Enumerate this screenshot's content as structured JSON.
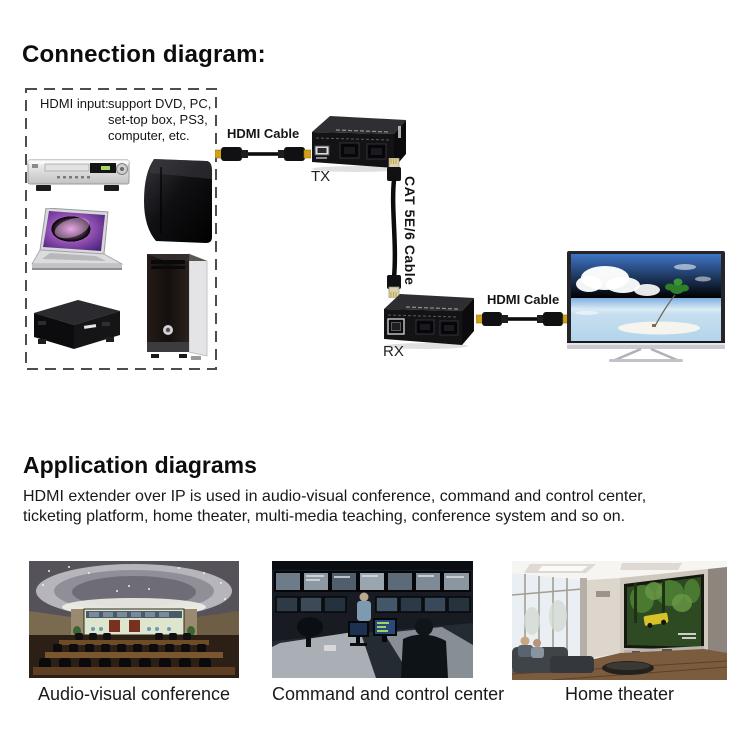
{
  "connection": {
    "title": "Connection diagram:",
    "input_box": {
      "label": "HDMI input:",
      "desc_line1": "support DVD, PC,",
      "desc_line2": "set-top box, PS3,",
      "desc_line3": "computer, etc."
    },
    "tx_cable_label": "HDMI Cable",
    "tx_label": "TX",
    "cat_cable_label": "CAT 5E/6 Cable",
    "rx_label": "RX",
    "rx_cable_label": "HDMI Cable",
    "icons": [
      "dvd-player-icon",
      "ps3-console-icon",
      "laptop-icon",
      "set-top-box-icon",
      "pc-tower-icon",
      "tx-extender-icon",
      "rx-extender-icon",
      "hdmi-cable-icon",
      "cat-cable-icon",
      "tv-display-icon"
    ]
  },
  "application": {
    "title": "Application diagrams",
    "description_line1": "HDMI extender over IP is used in audio-visual conference, command and control center,",
    "description_line2": "ticketing platform, home theater, multi-media teaching, conference system and so on.",
    "items": [
      {
        "caption": "Audio-visual conference"
      },
      {
        "caption": "Command and control center"
      },
      {
        "caption": "Home theater"
      }
    ]
  },
  "colors": {
    "background": "#ffffff",
    "text": "#111111",
    "dashed_border": "#4d4d4d",
    "device_black": "#141418",
    "cable_black": "#0d0d0d",
    "connector_gold": "#d4a017",
    "tv_sky_blue": "#3f74c6"
  }
}
